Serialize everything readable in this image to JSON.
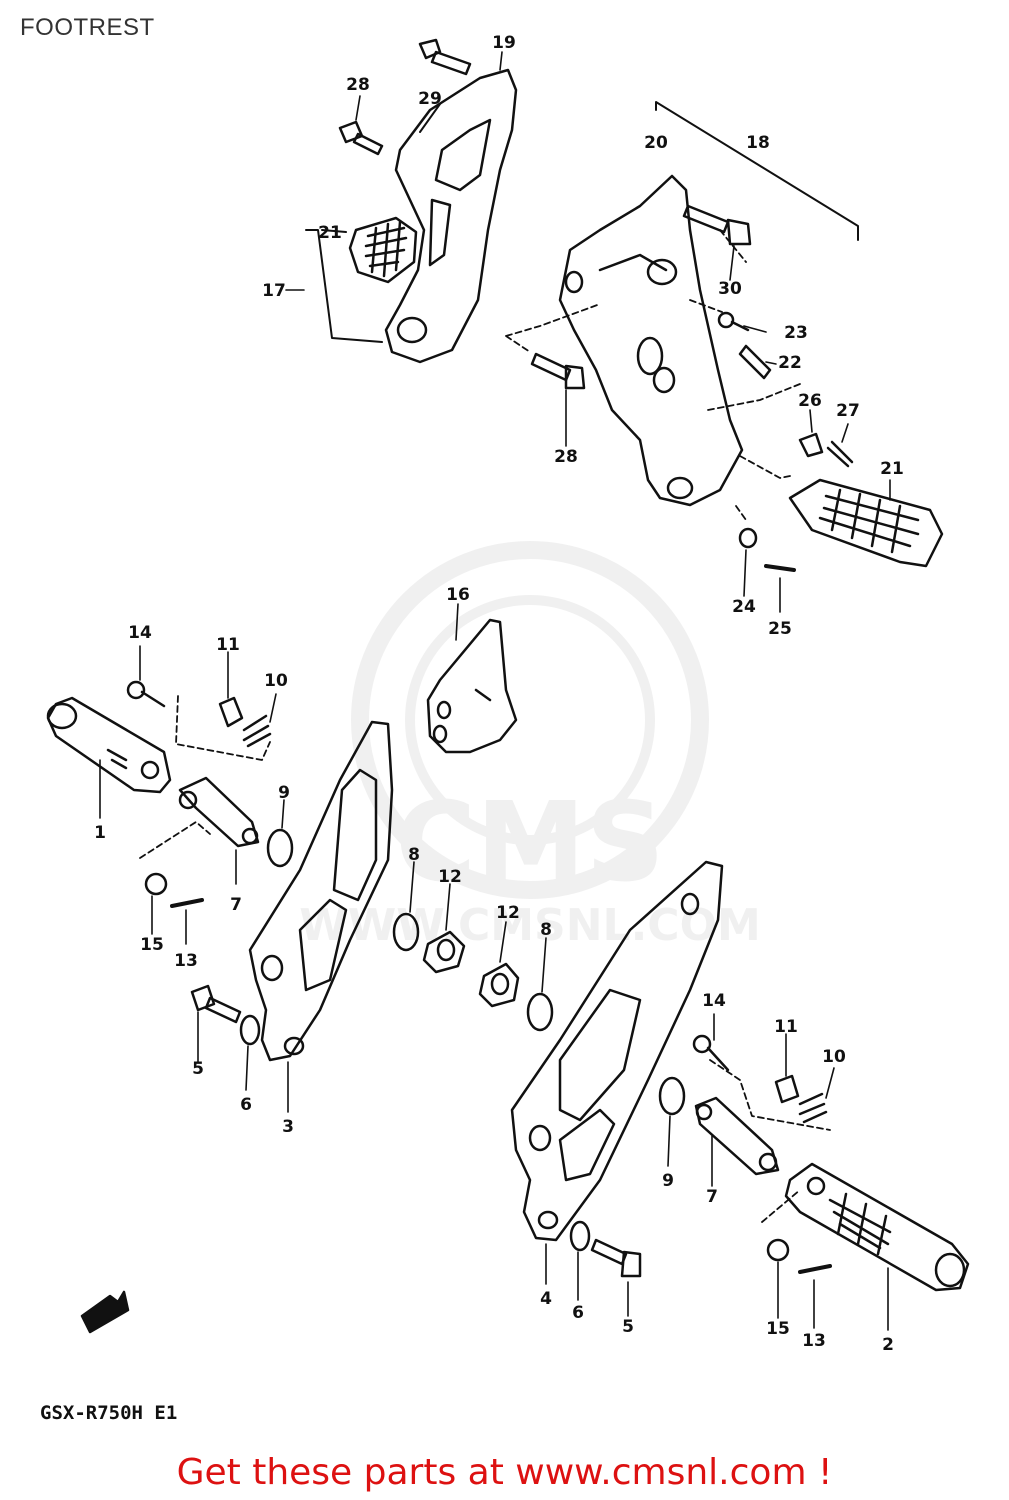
{
  "page": {
    "title": "FOOTREST",
    "model_code": "GSX-R750H E1",
    "footer_link": "Get these parts at www.cmsnl.com !",
    "watermark_text": "CMS",
    "watermark_url": "WWW.CMSNL.COM"
  },
  "callouts": {
    "c1": "1",
    "c2": "2",
    "c3": "3",
    "c4": "4",
    "c5a": "5",
    "c5b": "5",
    "c6a": "6",
    "c6b": "6",
    "c7a": "7",
    "c7b": "7",
    "c8a": "8",
    "c8b": "8",
    "c9a": "9",
    "c9b": "9",
    "c10a": "10",
    "c10b": "10",
    "c11a": "11",
    "c11b": "11",
    "c12a": "12",
    "c12b": "12",
    "c13a": "13",
    "c13b": "13",
    "c14a": "14",
    "c14b": "14",
    "c15a": "15",
    "c15b": "15",
    "c16": "16",
    "c17": "17",
    "c18": "18",
    "c19": "19",
    "c20": "20",
    "c21a": "21",
    "c21b": "21",
    "c22": "22",
    "c23": "23",
    "c24": "24",
    "c25": "25",
    "c26": "26",
    "c27": "27",
    "c28a": "28",
    "c28b": "28",
    "c29": "29",
    "c30": "30"
  },
  "colors": {
    "line": "#111111",
    "footer": "#dd1111",
    "watermark": "#888888"
  }
}
